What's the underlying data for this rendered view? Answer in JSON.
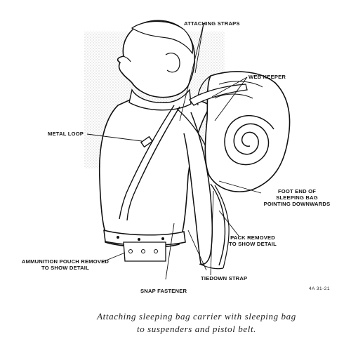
{
  "labels": {
    "attaching_straps": "ATTACHING STRAPS",
    "web_keeper": "WEB KEEPER",
    "metal_loop": "METAL LOOP",
    "foot_end": [
      "FOOT END OF",
      "SLEEPING BAG",
      "POINTING DOWNWARDS"
    ],
    "pack_removed": [
      "PACK REMOVED",
      "TO SHOW DETAIL"
    ],
    "ammo_pouch": [
      "AMMUNITION POUCH REMOVED",
      "TO SHOW DETAIL"
    ],
    "tiedown_strap": "TIEDOWN STRAP",
    "snap_fastener": "SNAP FASTENER"
  },
  "figure_code": "4A 31-21",
  "caption": {
    "line1": "Attaching sleeping bag carrier with sleeping bag",
    "line2": "to suspenders and pistol belt."
  }
}
